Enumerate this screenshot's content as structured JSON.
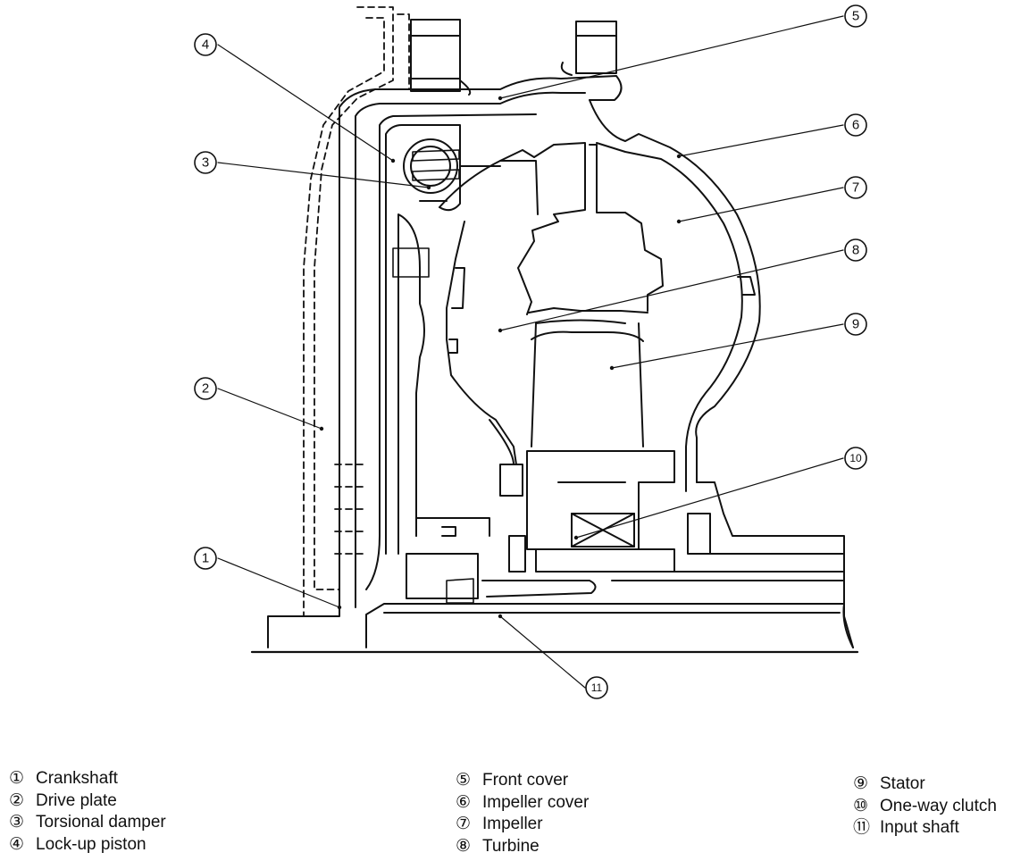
{
  "callouts": [
    "1",
    "2",
    "3",
    "4",
    "5",
    "6",
    "7",
    "8",
    "9",
    "10",
    "11"
  ],
  "legend": {
    "col1": [
      {
        "num": "①",
        "label": "Crankshaft"
      },
      {
        "num": "②",
        "label": "Drive plate"
      },
      {
        "num": "③",
        "label": "Torsional damper"
      },
      {
        "num": "④",
        "label": "Lock-up piston"
      }
    ],
    "col2": [
      {
        "num": "⑤",
        "label": "Front cover"
      },
      {
        "num": "⑥",
        "label": "Impeller cover"
      },
      {
        "num": "⑦",
        "label": "Impeller"
      },
      {
        "num": "⑧",
        "label": "Turbine"
      }
    ],
    "col3": [
      {
        "num": "⑨",
        "label": "Stator"
      },
      {
        "num": "⑩",
        "label": "One-way clutch"
      },
      {
        "num": "⑪",
        "label": "Input shaft"
      }
    ]
  },
  "colors": {
    "ink": "#111111",
    "background": "#ffffff"
  }
}
